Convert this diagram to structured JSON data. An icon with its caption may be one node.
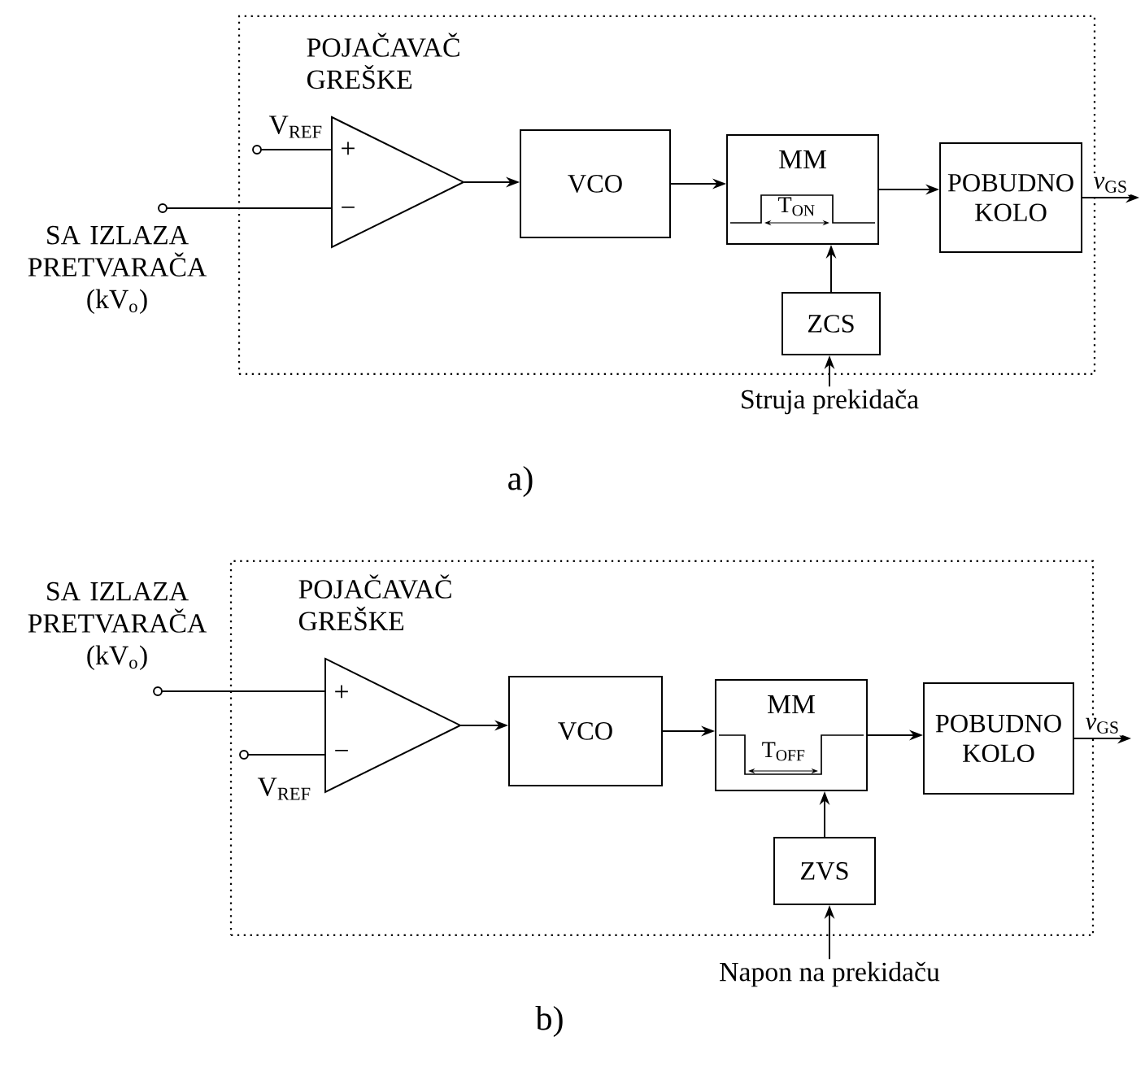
{
  "diagram": {
    "nodes": [
      {
        "text": [],
        "shape": "box"
      },
      {
        "text": [
          "POJAČAVAČ GREŠKE",
          "+",
          "−"
        ],
        "in": 0
      },
      {
        "text": [
          "V$_{REF}$"
        ],
        "in": 0
      },
      {
        "text": [
          "SA IZLAZA PRETVARAČA (kV$_{o}$)"
        ]
      },
      {
        "text": [
          "VCO"
        ],
        "in": 0
      },
      {
        "text": [
          "MM",
          "T$_{ON}$"
        ],
        "in": 0
      },
      {
        "text": [
          "POBUDNO KOLO"
        ],
        "in": 0
      },
      {
        "text": [
          "ZCS"
        ],
        "in": 0
      },
      {
        "text": [
          "Struja prekidača"
        ]
      },
      {
        "text": [],
        "shape": "box"
      },
      {
        "text": [
          "SA IZLAZA PRETVARAČA (kV$_{o}$)"
        ]
      },
      {
        "text": [
          "POJAČAVAČ GREŠKE",
          "+",
          "−"
        ],
        "in": 9
      },
      {
        "text": [
          "V$_{REF}$"
        ],
        "in": 9
      },
      {
        "text": [
          "VCO"
        ],
        "in": 9
      },
      {
        "text": [
          "MM",
          "T$_{OFF}$"
        ],
        "in": 9
      },
      {
        "text": [
          "POBUDNO KOLO"
        ],
        "in": 9
      },
      {
        "text": [
          "ZVS"
        ],
        "in": 9
      },
      {
        "text": [
          "Napon na prekidaču"
        ]
      }
    ],
    "edges": [
      {
        "from": 2,
        "to": 1,
        "arrow": "none"
      },
      {
        "from": 3,
        "to": 1,
        "arrow": "none"
      },
      {
        "from": 1,
        "to": 4,
        "arrow": "to"
      },
      {
        "from": 4,
        "to": 5,
        "arrow": "to"
      },
      {
        "from": 5,
        "to": 6,
        "arrow": "to"
      },
      {
        "from": 6,
        "to": null,
        "arrow": "to",
        "label": "*v*$_{GS}$"
      },
      {
        "from": 7,
        "to": 5,
        "arrow": "to"
      },
      {
        "from": 8,
        "to": 7,
        "arrow": "to"
      },
      {
        "from": 10,
        "to": 11,
        "arrow": "none"
      },
      {
        "from": 12,
        "to": 11,
        "arrow": "none"
      },
      {
        "from": 11,
        "to": 13,
        "arrow": "to"
      },
      {
        "from": 13,
        "to": 14,
        "arrow": "to"
      },
      {
        "from": 14,
        "to": 15,
        "arrow": "to"
      },
      {
        "from": 15,
        "to": null,
        "arrow": "to",
        "label": "*v*$_{GS}$"
      },
      {
        "from": 16,
        "to": 14,
        "arrow": "to"
      },
      {
        "from": 17,
        "to": 16,
        "arrow": "to"
      }
    ],
    "labels": [
      "a)",
      "b)"
    ]
  }
}
